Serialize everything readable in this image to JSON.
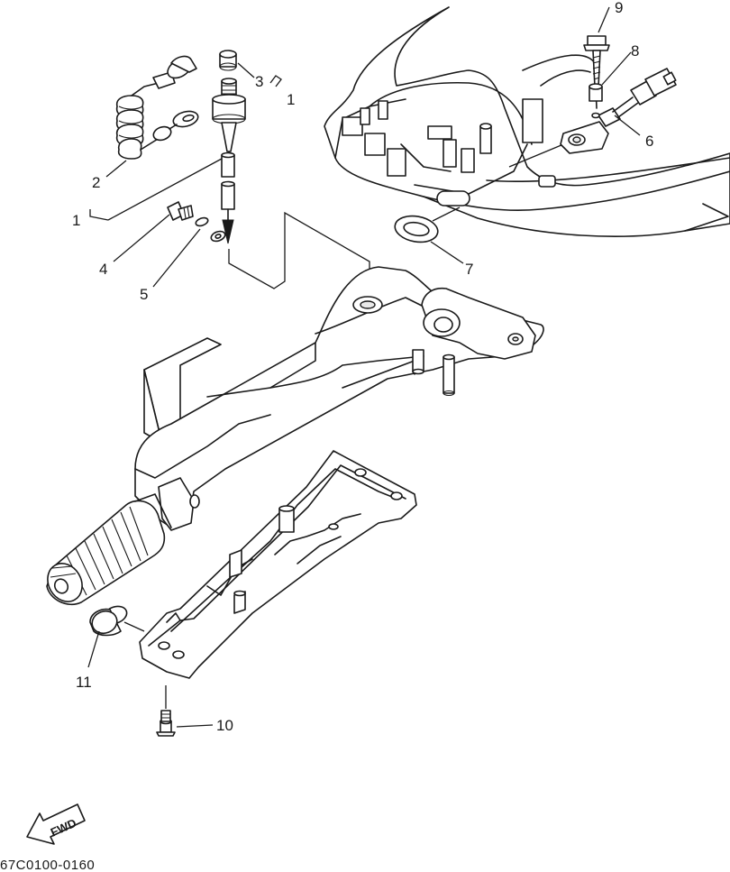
{
  "diagram": {
    "callouts": [
      {
        "id": "c9",
        "label": "9"
      },
      {
        "id": "c8",
        "label": "8"
      },
      {
        "id": "c3",
        "label": "3"
      },
      {
        "id": "c1a",
        "label": "1"
      },
      {
        "id": "c6",
        "label": "6"
      },
      {
        "id": "c2",
        "label": "2"
      },
      {
        "id": "c1b",
        "label": "1"
      },
      {
        "id": "c4",
        "label": "4"
      },
      {
        "id": "c7",
        "label": "7"
      },
      {
        "id": "c5",
        "label": "5"
      },
      {
        "id": "c11",
        "label": "11"
      },
      {
        "id": "c10",
        "label": "10"
      }
    ],
    "direction_label": "FWD",
    "drawing_code": "67C0100-0160"
  }
}
